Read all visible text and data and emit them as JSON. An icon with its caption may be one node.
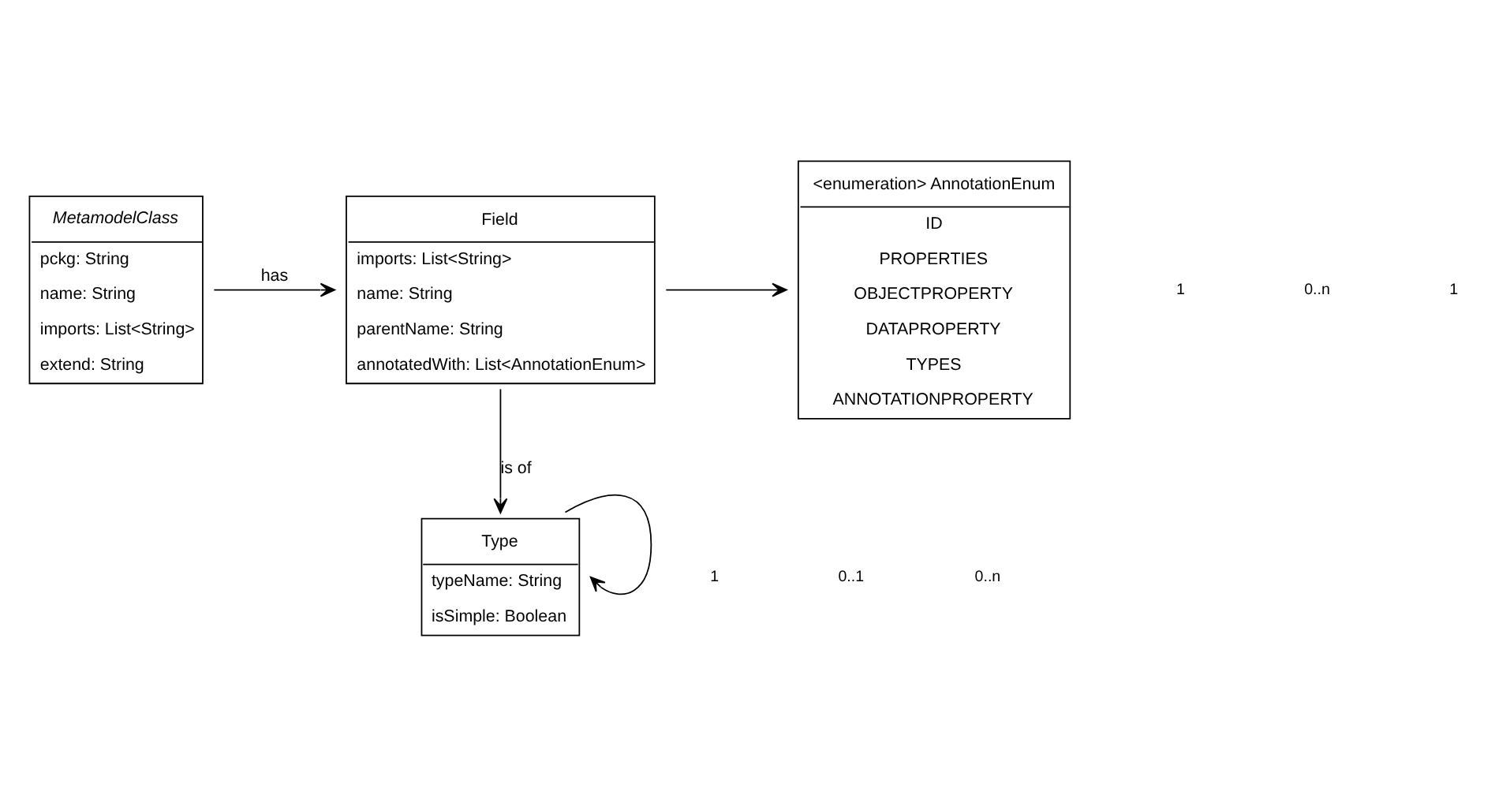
{
  "diagram": {
    "nodes": [
      {
        "text": [
          "MetamodelClass",
          "pckg: String",
          "name: String",
          "imports: List<String>",
          "extend: String"
        ]
      },
      {
        "text": [
          "Field",
          "imports: List<String>",
          "name: String",
          "parentName: String",
          "annotatedWith: List<AnnotationEnum>"
        ]
      },
      {
        "text": [
          "<enumeration> AnnotationEnum",
          "ID",
          "PROPERTIES",
          "OBJECTPROPERTY",
          "DATAPROPERTY",
          "TYPES",
          "ANNOTATIONPROPERTY"
        ]
      },
      {
        "text": [
          "Type",
          "typeName: String",
          "isSimple: Boolean"
        ]
      }
    ],
    "edges": [
      {
        "from": 0,
        "to": 1,
        "arrow": "to",
        "label": "has"
      },
      {
        "from": 1,
        "to": 2,
        "arrow": "to"
      },
      {
        "from": 1,
        "to": 3,
        "arrow": "to",
        "label": "is of"
      },
      {
        "from": 3,
        "to": 3,
        "arrow": "to"
      }
    ],
    "labels": [
      "1",
      "0..n",
      "1",
      "1",
      "0..1",
      "0..n"
    ]
  }
}
